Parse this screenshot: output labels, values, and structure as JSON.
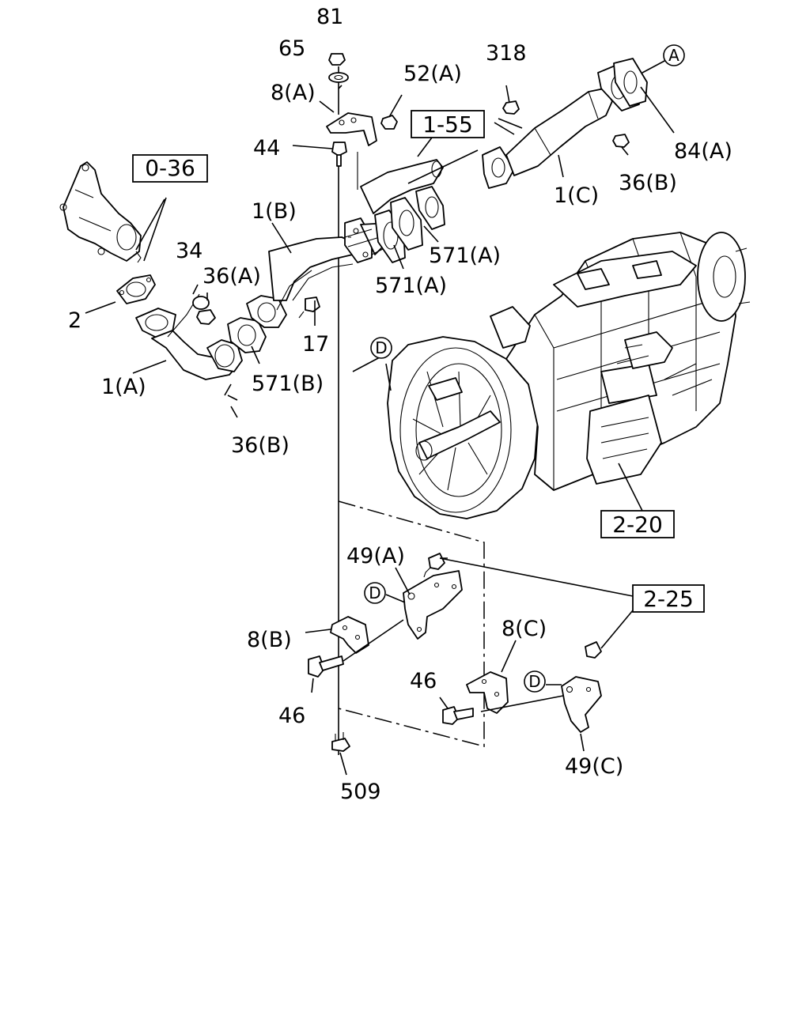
{
  "callouts": {
    "c81": "81",
    "c65": "65",
    "c8a": "8(A)",
    "c52a": "52(A)",
    "c318": "318",
    "c44": "44",
    "c84a": "84(A)",
    "c36b_top": "36(B)",
    "c1c": "1(C)",
    "c1b": "1(B)",
    "c571a_1": "571(A)",
    "c571a_2": "571(A)",
    "c34": "34",
    "c36a": "36(A)",
    "c2": "2",
    "c17": "17",
    "c1a": "1(A)",
    "c571b": "571(B)",
    "c36b_bot": "36(B)",
    "c49a": "49(A)",
    "c8b": "8(B)",
    "c46_left": "46",
    "c8c": "8(C)",
    "c46_mid": "46",
    "c49c": "49(C)",
    "c509": "509"
  },
  "references": {
    "r036": "0-36",
    "r155": "1-55",
    "r220": "2-20",
    "r225": "2-25"
  },
  "circled": {
    "a_top": "A",
    "d_trans": "D",
    "d_left": "D",
    "d_right": "D"
  }
}
